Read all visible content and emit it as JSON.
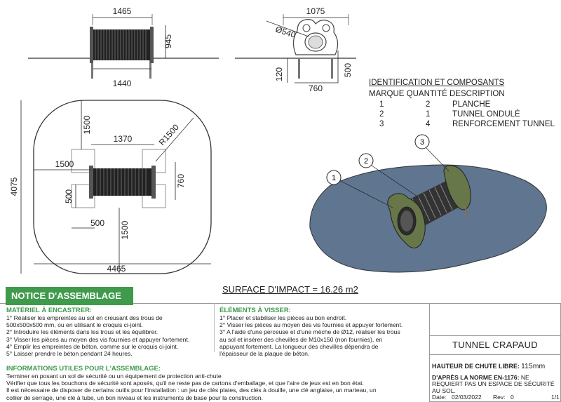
{
  "drawing": {
    "front_width": "1465",
    "front_height": "945",
    "front_base": "1440",
    "side_width": "1075",
    "side_diam": "Ø540",
    "side_height": "500",
    "side_ground": "120",
    "side_base": "760",
    "plan_width": "1370",
    "plan_radius": "R1500",
    "plan_top": "1500",
    "plan_left": "1500",
    "plan_right": "760",
    "plan_total_height": "4075",
    "plan_block_v": "500",
    "plan_block_h": "500",
    "plan_bottom": "1500",
    "plan_total_width": "4465",
    "callouts": [
      "1",
      "2",
      "3"
    ]
  },
  "ident": {
    "title": "IDENTIFICATION ET COMPOSANTS",
    "header": "MARQUE QUANTITÉ DESCRIPTION",
    "rows": [
      {
        "mark": "1",
        "qty": "2",
        "desc": "PLANCHE"
      },
      {
        "mark": "2",
        "qty": "1",
        "desc": "TUNNEL ONDULÉ"
      },
      {
        "mark": "3",
        "qty": "4",
        "desc": "RENFORCEMENT TUNNEL"
      }
    ]
  },
  "impact": "SURFACE D'IMPACT = 16.26 m2",
  "notice": {
    "title": "NOTICE D'ASSEMBLAGE",
    "materiel_title": "MATÉRIEL À ENCASTRER:",
    "materiel_text": "1° Réaliser les empreintes au sol en creusant des trous de\n500x500x500 mm, ou en utilisant le croquis ci-joint.\n2° Introduire les éléments dans les trous et les équilibrer.\n3° Visser les pièces au moyen des vis fournies et appuyer fortement.\n4° Emplir les empreintes de béton, comme sur le croquis ci-joint.\n5° Laisser prendre le béton pendant 24 heures.",
    "elements_title": "ÉLÉMENTS À VISSER:",
    "elements_text": "1° Placer et stabiliser les pièces au bon endroit.\n2° Visser les pièces au moyen des vis fournies et appuyer fortement.\n3° A l'aide d'une perceuse et d'une mèche de Ø12, réaliser les trous\nau sol et insérer des chevilles de M10x150 (non fournies), en\nappuyant fortement. La longueur des chevilles dépendra de\nl'épaisseur de la plaque de béton.",
    "info_title": "INFORMATIONS UTILES POUR L'ASSEMBLAGE:",
    "info_text": "Terminer en posant un sol de sécurité ou un équipement de protection anti-chute\nVérifier que tous les bouchons de sécurité sont aposés, qu'il ne reste pas de cartons d'emballage, et que l'aire de jeux est en bon état.\nIl est nécessaire de disposer de certains outils pour l'installation : un jeu de clés plates, des clés à douille, une clé anglaise, un marteau, un\ncollier de serrage, une clé à tube, un bon niveau et les instruments de base pour la construction."
  },
  "product": {
    "name": "TUNNEL CRAPAUD",
    "fall_label": "HAUTEUR DE CHUTE LIBRE:",
    "fall_value": "115mm",
    "norm_label": "D'APRÈS LA NORME EN-1176:",
    "norm_text": " NE REQUIERT PAS UN ESPACE DE SÉCURITÉ AU SOL.",
    "date_label": "Date:",
    "date_value": "02/03/2022",
    "rev_label": "Rev:",
    "rev_value": "0",
    "page": "1/1"
  },
  "colors": {
    "impact_surface": "#5f7590",
    "frog_green": "#67774a",
    "header_green": "#3f9a4c"
  }
}
